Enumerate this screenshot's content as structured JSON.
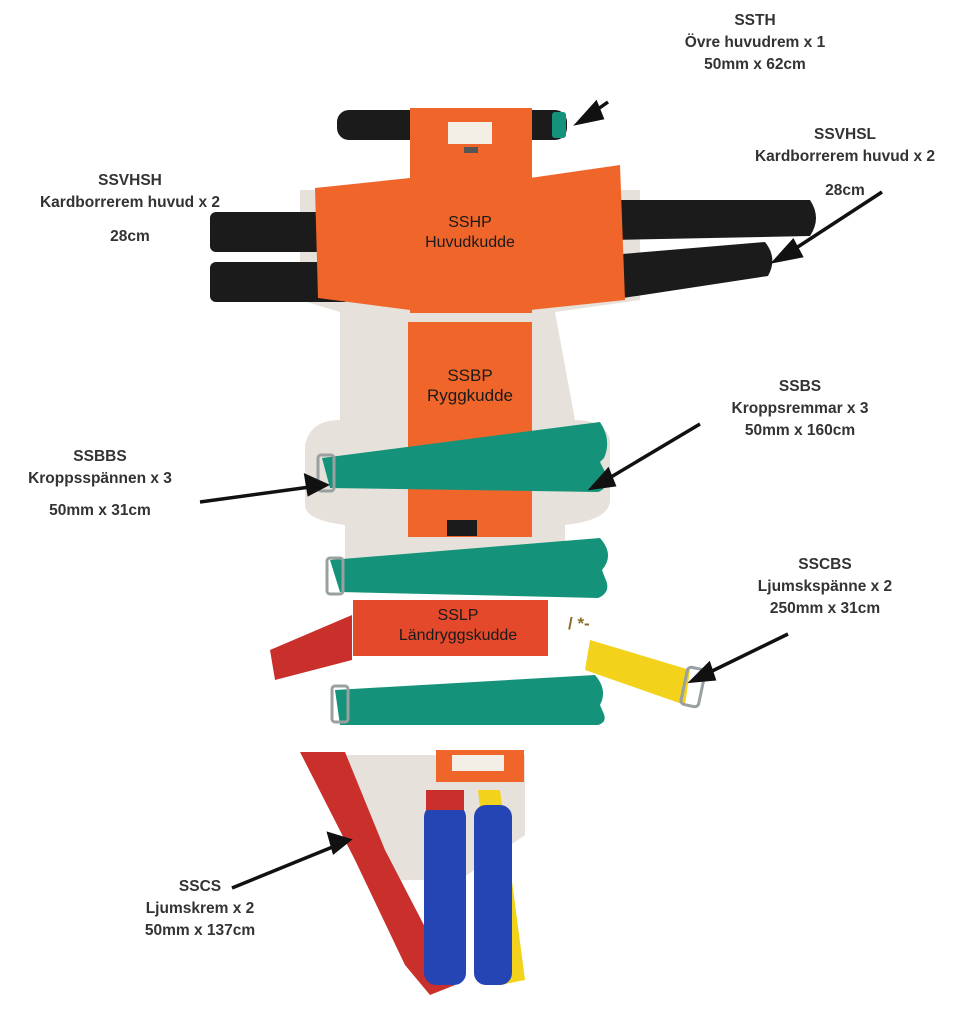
{
  "labels": {
    "ssth": {
      "code": "SSTH",
      "line1": "Övre huvudrem x 1",
      "line2": "50mm x 62cm"
    },
    "ssvhsh": {
      "code": "SSVHSH",
      "line1": "Kardborrerem huvud x 2",
      "line2": "28cm"
    },
    "ssvhsl": {
      "code": "SSVHSL",
      "line1": "Kardborrerem huvud x 2",
      "line2": "28cm"
    },
    "ssbs": {
      "code": "SSBS",
      "line1": "Kroppsremmar x 3",
      "line2": "50mm x 160cm"
    },
    "ssbbs": {
      "code": "SSBBS",
      "line1": "Kroppsspännen x 3",
      "line2": "50mm x 31cm"
    },
    "sscbs": {
      "code": "SSCBS",
      "line1": "Ljumskspänne x 2",
      "line2": "250mm x 31cm"
    },
    "sscs": {
      "code": "SSCS",
      "line1": "Ljumskrem x 2",
      "line2": "50mm x 137cm"
    }
  },
  "pads": {
    "sshp": {
      "code": "SSHP",
      "name": "Huvudkudde"
    },
    "ssbp": {
      "code": "SSBP",
      "name": "Ryggkudde"
    },
    "sslp": {
      "code": "SSLP",
      "name": "Ländryggskudde"
    }
  },
  "stray_text": "/ *-",
  "colors": {
    "orange": "#f06529",
    "pad_red": "#e3492a",
    "green": "#15937a",
    "black_strap": "#1b1b1b",
    "red_strap": "#c9302c",
    "yellow_strap": "#f2d21b",
    "blue_sleeve": "#2545b5",
    "board": "#e6e2db",
    "label_text": "#333333",
    "stray_text": "#8a6d2b"
  }
}
